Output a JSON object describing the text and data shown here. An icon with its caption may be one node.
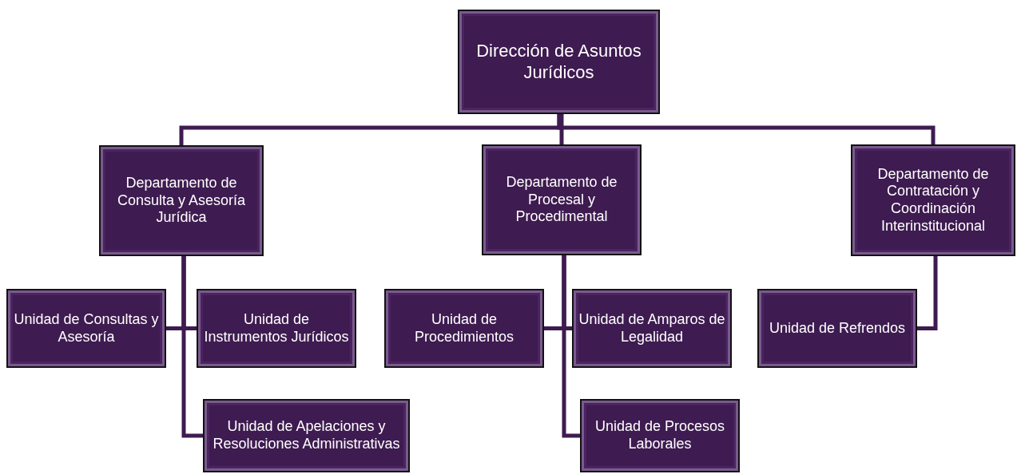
{
  "diagram": {
    "nodes": [
      {
        "text": [
          "Dirección de Asuntos Jurídicos"
        ]
      },
      {
        "text": [
          "Departamento de Consulta y Asesoría Jurídica"
        ]
      },
      {
        "text": [
          "Departamento de Procesal y Procedimental"
        ]
      },
      {
        "text": [
          "Departamento de Contratación y Coordinación Interinstitucional"
        ]
      },
      {
        "text": [
          "Unidad de Consultas y Asesoría"
        ]
      },
      {
        "text": [
          "Unidad de Instrumentos Jurídicos"
        ]
      },
      {
        "text": [
          "Unidad de Apelaciones y Resoluciones Administrativas"
        ]
      },
      {
        "text": [
          "Unidad de Procedimientos"
        ]
      },
      {
        "text": [
          "Unidad de Amparos de Legalidad"
        ]
      },
      {
        "text": [
          "Unidad de Procesos Laborales"
        ]
      },
      {
        "text": [
          "Unidad de Refrendos"
        ]
      }
    ],
    "edges": [
      {
        "from": 0,
        "to": 1,
        "arrow": "none"
      },
      {
        "from": 0,
        "to": 2,
        "arrow": "none"
      },
      {
        "from": 0,
        "to": 3,
        "arrow": "none"
      },
      {
        "from": 1,
        "to": 4,
        "arrow": "none"
      },
      {
        "from": 1,
        "to": 5,
        "arrow": "none"
      },
      {
        "from": 1,
        "to": 6,
        "arrow": "none"
      },
      {
        "from": 2,
        "to": 7,
        "arrow": "none"
      },
      {
        "from": 2,
        "to": 8,
        "arrow": "none"
      },
      {
        "from": 2,
        "to": 9,
        "arrow": "none"
      },
      {
        "from": 3,
        "to": 10,
        "arrow": "none"
      }
    ]
  }
}
